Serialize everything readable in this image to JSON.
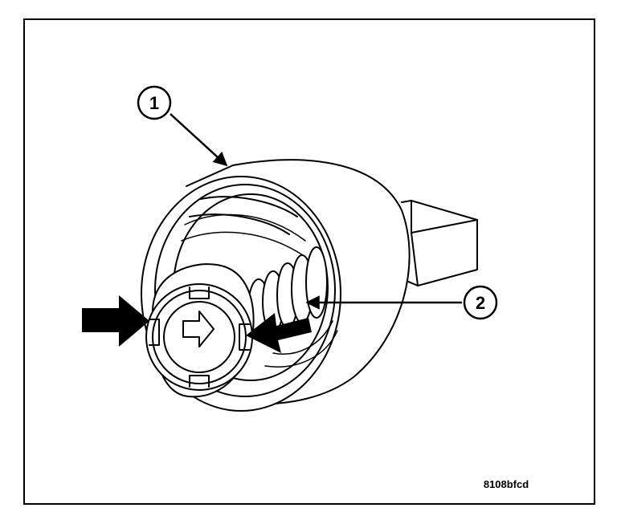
{
  "callouts": [
    {
      "id": "1",
      "label": "1"
    },
    {
      "id": "2",
      "label": "2"
    }
  ],
  "figure_code": "8108bfcd",
  "colors": {
    "ink": "#000000",
    "paper": "#ffffff"
  }
}
